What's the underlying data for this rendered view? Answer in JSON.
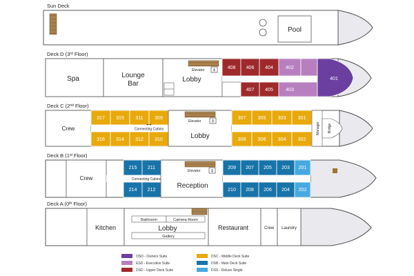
{
  "colors": {
    "owners": "#6b3fa0",
    "executive": "#b77fc0",
    "upper": "#9e2a2b",
    "middle": "#e8a90c",
    "main": "#1873a8",
    "single": "#47a9df",
    "hull": "#ffffff",
    "hull_stroke": "#555555",
    "bow": "#e9e9ee",
    "stair": "#a2742f"
  },
  "decks": {
    "sun": {
      "title": "Sun Deck",
      "pool": "Pool"
    },
    "d": {
      "title_main": "Deck D (3",
      "title_sup": "rd",
      "title_end": " Floor)",
      "spa": "Spa",
      "lounge_line1": "Lounge",
      "lounge_line2": "Bar",
      "elevator": "Elevator",
      "lobby": "Lobby",
      "cabins_top": [
        "408",
        "406",
        "404",
        "402"
      ],
      "cabins_bottom": [
        "407",
        "405",
        "403"
      ],
      "owners": "401"
    },
    "c": {
      "title_main": "Deck C (2",
      "title_sup": "nd",
      "title_end": " Floor)",
      "crew": "Crew",
      "cabins_top_left": [
        "317",
        "315",
        "311",
        "309"
      ],
      "cabins_bottom_left": [
        "316",
        "314",
        "312",
        "310"
      ],
      "connecting": "Connecting Cabins",
      "elevator": "Elevator",
      "lobby": "Lobby",
      "cabins_top_right": [
        "307",
        "305",
        "303",
        "301"
      ],
      "cabins_bottom_right": [
        "308",
        "306",
        "304",
        "302"
      ],
      "manager": "Manager",
      "bridge": "Bridge"
    },
    "b": {
      "title_main": "Deck B (1",
      "title_sup": "st",
      "title_end": " Floor)",
      "crew": "Crew",
      "cabins_top_left": [
        "215",
        "211"
      ],
      "cabins_bottom_left": [
        "214",
        "212"
      ],
      "connecting": "Connecting Cabins",
      "elevator": "Elevator",
      "reception": "Reception",
      "cabins_top_right": [
        "209",
        "207",
        "205",
        "203",
        "201"
      ],
      "cabins_bottom_right": [
        "210",
        "208",
        "206",
        "204",
        "202"
      ]
    },
    "a": {
      "title_main": "Deck A (0",
      "title_sup": "th",
      "title_end": " Floor)",
      "kitchen": "Kitchen",
      "bathroom": "Bathroom",
      "camera_room": "Camera Room",
      "lobby": "Lobby",
      "gallery": "Gallery",
      "restaurant": "Restaurant",
      "crew": "Crew",
      "laundry": "Laundry"
    }
  },
  "legend": [
    {
      "label": "OSD - Owners Suite",
      "color": "#6b3fa0"
    },
    {
      "label": "ESD - Executive Suite",
      "color": "#b77fc0"
    },
    {
      "label": "DSD - Upper Deck Suite",
      "color": "#9e2a2b"
    },
    {
      "label": "DSC - Middle Deck Suite",
      "color": "#e8a90c"
    },
    {
      "label": "DSB - Main Deck Suite",
      "color": "#1873a8"
    },
    {
      "label": "DSS - Deluxe Single",
      "color": "#47a9df"
    }
  ]
}
